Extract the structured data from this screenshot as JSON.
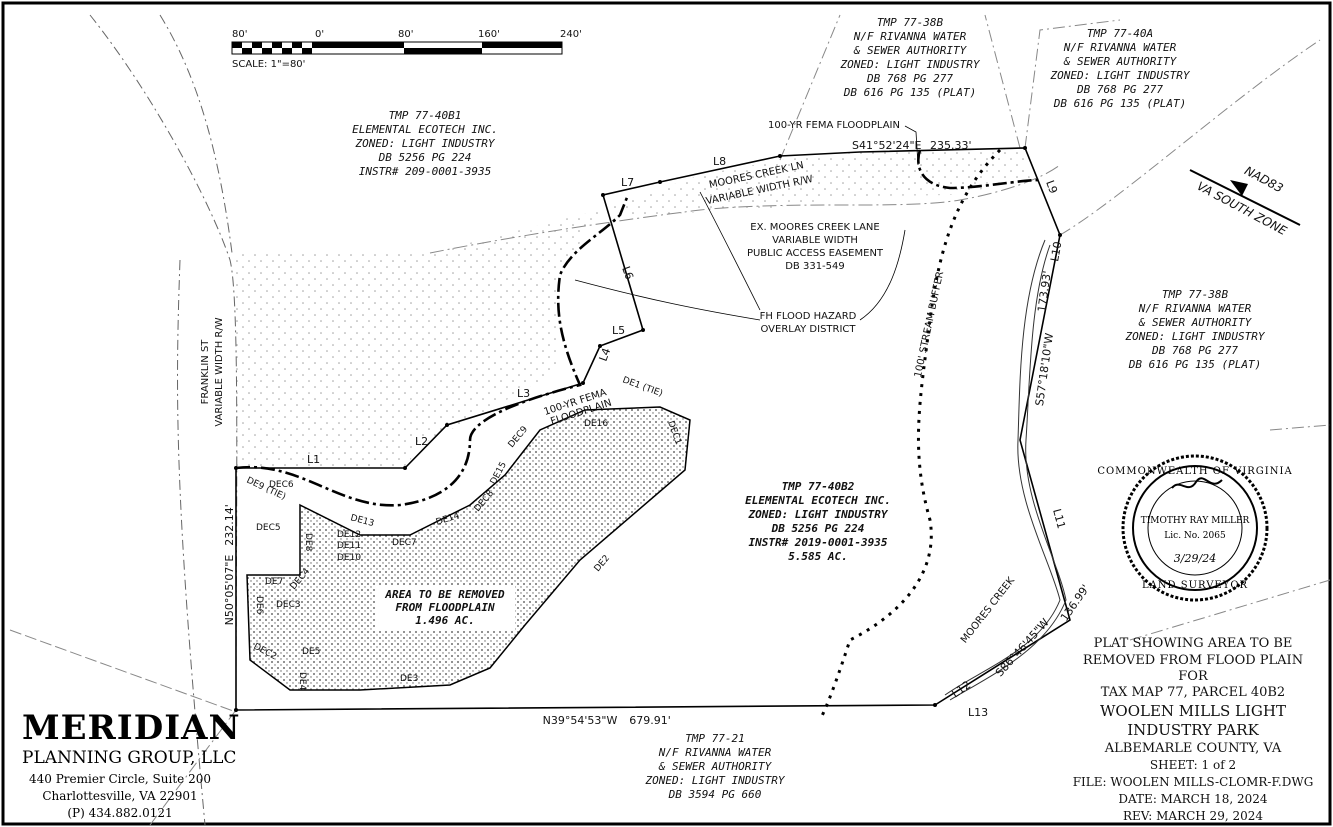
{
  "scale_bar": {
    "ticks": [
      "80'",
      "0'",
      "80'",
      "160'",
      "240'"
    ],
    "caption": "SCALE: 1\"=80'"
  },
  "parcels": {
    "tmp_77_40b1": [
      "TMP 77-40B1",
      "ELEMENTAL ECOTECH INC.",
      "ZONED: LIGHT INDUSTRY",
      "DB 5256 PG 224",
      "INSTR# 209-0001-3935"
    ],
    "tmp_77_38b_top": [
      "TMP 77-38B",
      "N/F RIVANNA WATER",
      "& SEWER AUTHORITY",
      "ZONED: LIGHT INDUSTRY",
      "DB 768 PG 277",
      "DB 616 PG 135 (PLAT)"
    ],
    "tmp_77_40a": [
      "TMP 77-40A",
      "N/F RIVANNA WATER",
      "& SEWER AUTHORITY",
      "ZONED: LIGHT INDUSTRY",
      "DB 768 PG 277",
      "DB 616 PG 135 (PLAT)"
    ],
    "tmp_77_38b_right": [
      "TMP 77-38B",
      "N/F RIVANNA WATER",
      "& SEWER AUTHORITY",
      "ZONED: LIGHT INDUSTRY",
      "DB 768 PG 277",
      "DB 616 PG 135 (PLAT)"
    ],
    "tmp_77_40b2": [
      "TMP 77-40B2",
      "ELEMENTAL ECOTECH INC.",
      "ZONED: LIGHT INDUSTRY",
      "DB 5256 PG 224",
      "INSTR# 2019-0001-3935",
      "5.585 AC."
    ],
    "tmp_77_21": [
      "TMP 77-21",
      "N/F RIVANNA WATER",
      "& SEWER AUTHORITY",
      "ZONED: LIGHT INDUSTRY",
      "DB 3594 PG 660"
    ]
  },
  "annotations": {
    "franklin_st": [
      "FRANKLIN ST",
      "VARIABLE WIDTH R/W"
    ],
    "moores_creek_ln": [
      "MOORES CREEK LN",
      "VARIABLE WIDTH R/W"
    ],
    "fema_floodplain_top": "100-YR FEMA FLOODPLAIN",
    "fema_floodplain_mid": [
      "100-YR FEMA",
      "FLOODPLAIN"
    ],
    "ex_moores_creek_lane": [
      "EX. MOORES CREEK LANE",
      "VARIABLE WIDTH",
      "PUBLIC ACCESS EASEMENT",
      "DB 331-549"
    ],
    "fh_flood_hazard": [
      "FH FLOOD HAZARD",
      "OVERLAY DISTRICT"
    ],
    "stream_buffer": "100' STREAM BUFFER",
    "moores_creek": "MOORES CREEK",
    "area_removed": [
      "AREA TO BE REMOVED",
      "FROM FLOODPLAIN",
      "1.496 AC."
    ],
    "north_arrow": [
      "NAD83",
      "VA SOUTH ZONE"
    ]
  },
  "bearings": {
    "top": "S41°52'24\"E",
    "top_dist": "235.33'",
    "right": "S57°18'10\"W",
    "right_dist": "173.93'",
    "left": "N50°05'07\"E",
    "left_dist": "232.14'",
    "bottom": "N39°54'53\"W",
    "bottom_dist": "679.91'",
    "lower_right": "S86°46'45\"W",
    "lower_right_dist": "136.99'"
  },
  "line_labels": [
    "L1",
    "L2",
    "L3",
    "L4",
    "L5",
    "L6",
    "L7",
    "L8",
    "L9",
    "L10",
    "L11",
    "L12",
    "L13"
  ],
  "de_labels": [
    "DE1 (TIE)",
    "DE2",
    "DE3",
    "DE4",
    "DE5",
    "DE6",
    "DE7",
    "DE8",
    "DE9 (TIE)",
    "DE10",
    "DE11",
    "DE12",
    "DE13",
    "DE14",
    "DE15",
    "DE16",
    "DEC1",
    "DEC2",
    "DEC3",
    "DEC4",
    "DEC5",
    "DEC6",
    "DEC7",
    "DEC8",
    "DEC9"
  ],
  "seal": {
    "ring": "COMMONWEALTH OF VIRGINIA",
    "name": "TIMOTHY RAY MILLER",
    "lic": "Lic. No. 2065",
    "date": "3/29/24",
    "bottom": "LAND SURVEYOR"
  },
  "firm": {
    "name": "MERIDIAN",
    "subtitle": "PLANNING GROUP, LLC",
    "address1": "440 Premier Circle, Suite 200",
    "address2": "Charlottesville, VA 22901",
    "phone": "(P) 434.882.0121"
  },
  "title_block": {
    "line1": "PLAT SHOWING AREA TO BE",
    "line2": "REMOVED FROM FLOOD PLAIN",
    "line3": "FOR",
    "line4": "TAX MAP 77, PARCEL 40B2",
    "line5": "WOOLEN MILLS LIGHT",
    "line6": "INDUSTRY PARK",
    "line7": "ALBEMARLE COUNTY, VA",
    "sheet": "SHEET: 1 of 2",
    "file": "FILE: WOOLEN MILLS-CLOMR-F.DWG",
    "date": "DATE: MARCH 18, 2024",
    "rev": "REV: MARCH 29, 2024"
  }
}
